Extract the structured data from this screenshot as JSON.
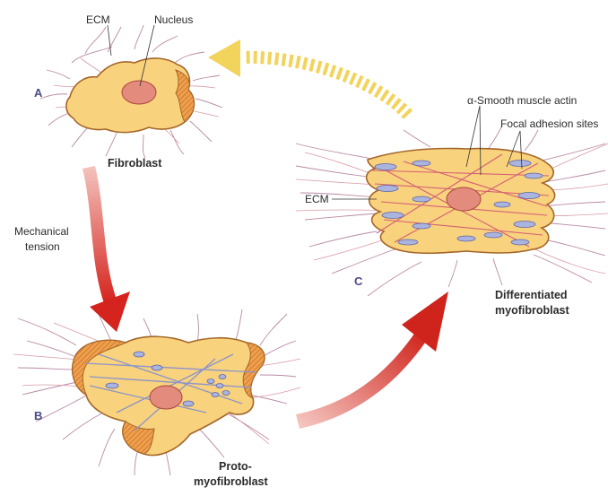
{
  "labels": {
    "ecm_top": "ECM",
    "nucleus": "Nucleus",
    "letter_a": "A",
    "fibroblast": "Fibroblast",
    "mechanical_line1": "Mechanical",
    "mechanical_line2": "tension",
    "letter_b": "B",
    "proto_line1": "Proto-",
    "proto_line2": "myofibroblast",
    "alpha_sma": "α-Smooth muscle actin",
    "focal_adhesion": "Focal adhesion sites",
    "ecm_right": "ECM",
    "letter_c": "C",
    "diff_line1": "Differentiated",
    "diff_line2": "myofibroblast"
  },
  "colors": {
    "cell_body": "#f9d27e",
    "cell_outline": "#a46628",
    "nucleus": "#e38b7c",
    "ecm_fiber": "#b98aa6",
    "stress_fiber": "#8c94c8",
    "adhesion": "#aab4df",
    "arrow_red": "#d8312a",
    "arrow_yellow": "#f2d35c",
    "letter": "#4b4a86"
  }
}
